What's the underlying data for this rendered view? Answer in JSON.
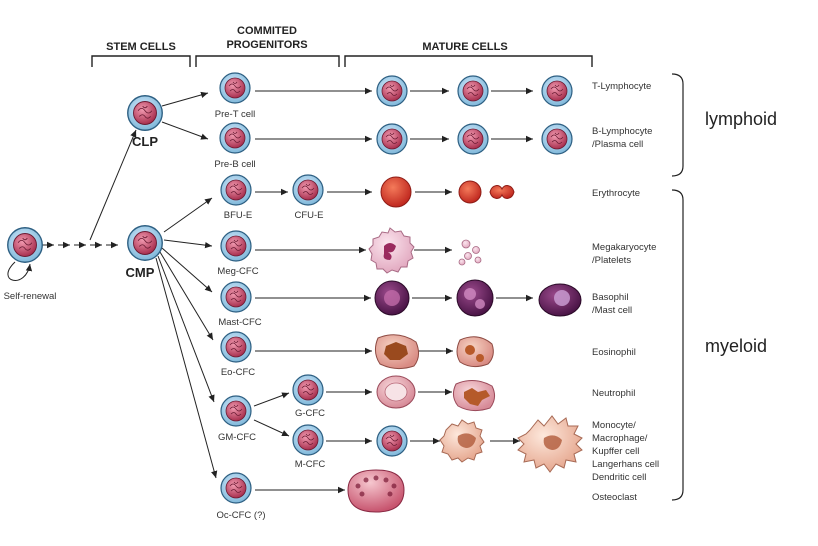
{
  "headers": {
    "stem": "STEM CELLS",
    "committed_1": "COMMITED",
    "committed_2": "PROGENITORS",
    "mature": "MATURE CELLS"
  },
  "stem": {
    "self_renewal": "Self-renewal",
    "clp": "CLP",
    "cmp": "CMP"
  },
  "progenitors": {
    "pre_t": "Pre-T cell",
    "pre_b": "Pre-B cell",
    "bfu_e": "BFU-E",
    "cfu_e": "CFU-E",
    "meg_cfc": "Meg-CFC",
    "mast_cfc": "Mast-CFC",
    "eo_cfc": "Eo-CFC",
    "g_cfc": "G-CFC",
    "gm_cfc": "GM-CFC",
    "m_cfc": "M-CFC",
    "oc_cfc": "Oc-CFC (?)"
  },
  "mature": {
    "t_lymph": "T-Lymphocyte",
    "b_lymph_1": "B-Lymphocyte",
    "b_lymph_2": "/Plasma cell",
    "erythrocyte": "Erythrocyte",
    "mega_1": "Megakaryocyte",
    "mega_2": "/Platelets",
    "baso_1": "Basophil",
    "baso_2": "/Mast cell",
    "eosinophil": "Eosinophil",
    "neutrophil": "Neutrophil",
    "mono_1": "Monocyte/",
    "mono_2": "Macrophage/",
    "mono_3": "Kupffer cell",
    "mono_4": "Langerhans cell",
    "mono_5": "Dendritic cell",
    "osteoclast": "Osteoclast"
  },
  "groups": {
    "lymphoid": "lymphoid",
    "myeloid": "myeloid"
  },
  "colors": {
    "cell_outer": "#a9d3ea",
    "cell_inner": "#c94a6a",
    "rbc": "#d9342b",
    "platelet": "#e9bfd0",
    "basophil": "#5b1d55",
    "eosinophil": "#c8786e",
    "neutrophil": "#e4a9b1",
    "monocyte": "#f0c9b7"
  }
}
